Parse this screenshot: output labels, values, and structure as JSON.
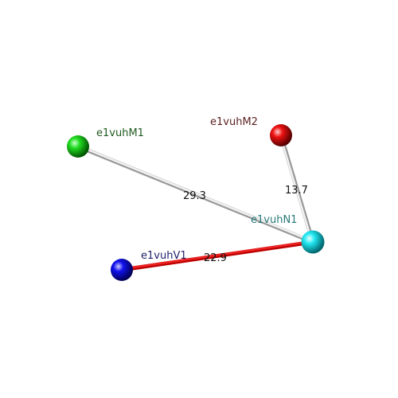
{
  "nodes": [
    {
      "id": "M1",
      "label": "e1vuhM1",
      "color": "#00dd00",
      "label_color": "#1f5a1f"
    },
    {
      "id": "M2",
      "label": "e1vuhM2",
      "color": "#ee0000",
      "label_color": "#5a1f1f"
    },
    {
      "id": "N1",
      "label": "e1vuhN1",
      "color": "#00e5f0",
      "label_color": "#2a7a7a"
    },
    {
      "id": "V1",
      "label": "e1vuhV1",
      "color": "#0000dd",
      "label_color": "#1f1f6a"
    }
  ],
  "edges": [
    {
      "from": "M1",
      "to": "N1",
      "distance": "29.3",
      "color": "#d8d8d8"
    },
    {
      "from": "M2",
      "to": "N1",
      "distance": "13.7",
      "color": "#d8d8d8"
    },
    {
      "from": "V1",
      "to": "N1",
      "distance": "22.9",
      "color": "#dd1111"
    }
  ]
}
